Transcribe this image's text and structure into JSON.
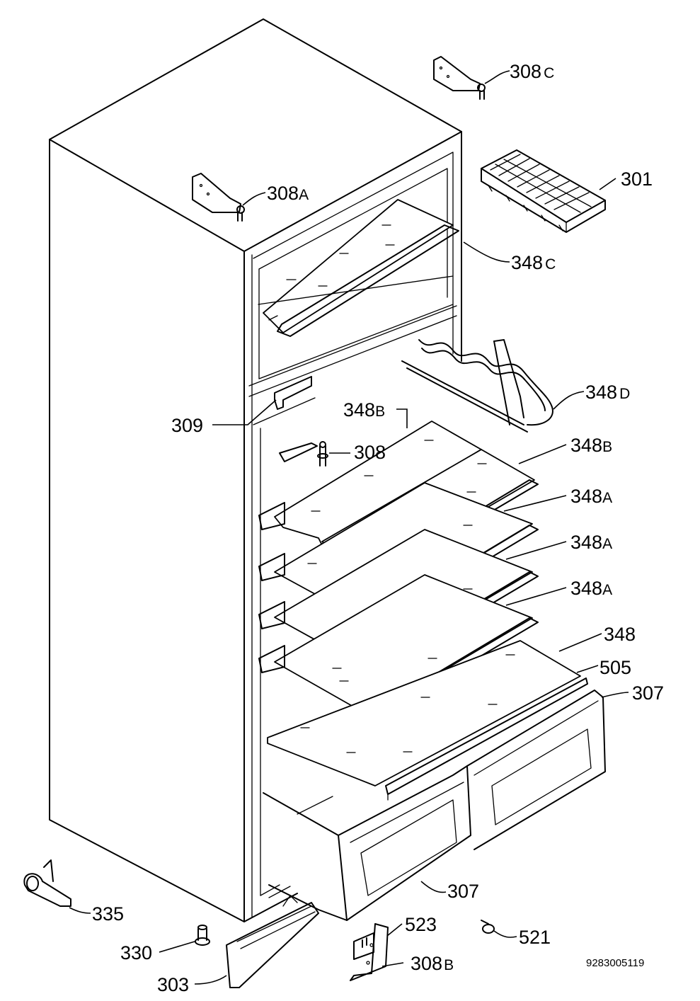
{
  "labels": {
    "l308c": {
      "num": "308",
      "suffix": "C"
    },
    "l301": {
      "num": "301",
      "suffix": ""
    },
    "l308a": {
      "num": "308",
      "suffix": "A"
    },
    "l348c": {
      "num": "348",
      "suffix": "C"
    },
    "l348d": {
      "num": "348",
      "suffix": "D"
    },
    "l309": {
      "num": "309",
      "suffix": ""
    },
    "l348b_top": {
      "num": "348",
      "suffix": "B"
    },
    "l308": {
      "num": "308",
      "suffix": ""
    },
    "l348b": {
      "num": "348",
      "suffix": "B"
    },
    "l348a_1": {
      "num": "348",
      "suffix": "A"
    },
    "l348a_2": {
      "num": "348",
      "suffix": "A"
    },
    "l348a_3": {
      "num": "348",
      "suffix": "A"
    },
    "l348": {
      "num": "348",
      "suffix": ""
    },
    "l505": {
      "num": "505",
      "suffix": ""
    },
    "l307_right": {
      "num": "307",
      "suffix": ""
    },
    "l307_bottom": {
      "num": "307",
      "suffix": ""
    },
    "l335": {
      "num": "335",
      "suffix": ""
    },
    "l523": {
      "num": "523",
      "suffix": ""
    },
    "l521": {
      "num": "521",
      "suffix": ""
    },
    "l330": {
      "num": "330",
      "suffix": ""
    },
    "l308b": {
      "num": "308",
      "suffix": "B"
    },
    "l303": {
      "num": "303",
      "suffix": ""
    }
  },
  "drawing_code": "9283005119"
}
